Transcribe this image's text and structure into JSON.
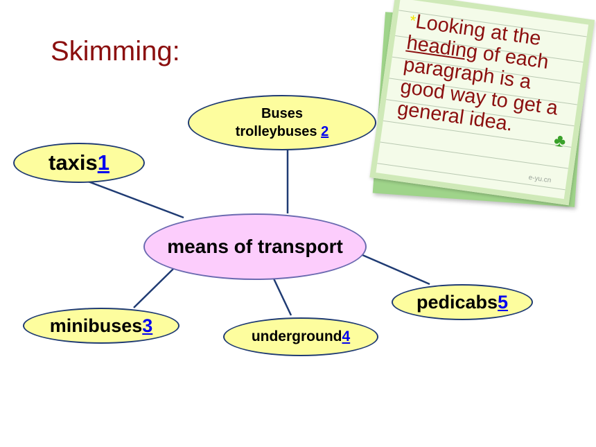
{
  "slide": {
    "title": "Skimming:"
  },
  "center": {
    "label": "means of transport"
  },
  "nodes": [
    {
      "id": "buses",
      "line1": "Buses",
      "line2": "trolleybuses ",
      "num": "2"
    },
    {
      "id": "taxis",
      "label": "taxis",
      "num": "1"
    },
    {
      "id": "minibuses",
      "label": "minibuses",
      "num": "3"
    },
    {
      "id": "underground",
      "label": "underground",
      "num": "4"
    },
    {
      "id": "pedicabs",
      "label": "pedicabs",
      "num": "5"
    }
  ],
  "note": {
    "star": "*",
    "line1": "Looking at the",
    "heading": "heading",
    "line2_rest": " of each",
    "line3": "paragraph is a",
    "line4": "good way to get a",
    "line5": "general idea.",
    "brand": "e-yu.cn"
  },
  "colors": {
    "title": "#8b0f0f",
    "node_fill": "#fdfd9e",
    "center_fill": "#fccdfc",
    "line": "#1f3b73",
    "link_number": "#0000ee"
  }
}
